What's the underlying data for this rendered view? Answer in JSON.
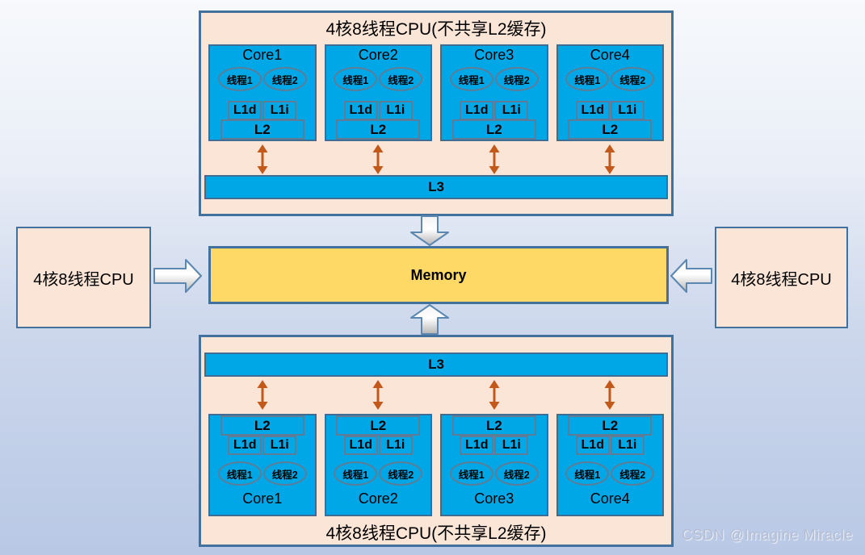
{
  "top_cpu": {
    "title": "4核8线程CPU(不共享L2缓存)",
    "l3_label": "L3",
    "cores": [
      {
        "name": "Core1",
        "threads": [
          "线程1",
          "线程2"
        ],
        "l1d": "L1d",
        "l1i": "L1i",
        "l2": "L2"
      },
      {
        "name": "Core2",
        "threads": [
          "线程1",
          "线程2"
        ],
        "l1d": "L1d",
        "l1i": "L1i",
        "l2": "L2"
      },
      {
        "name": "Core3",
        "threads": [
          "线程1",
          "线程2"
        ],
        "l1d": "L1d",
        "l1i": "L1i",
        "l2": "L2"
      },
      {
        "name": "Core4",
        "threads": [
          "线程1",
          "线程2"
        ],
        "l1d": "L1d",
        "l1i": "L1i",
        "l2": "L2"
      }
    ]
  },
  "bottom_cpu": {
    "title": "4核8线程CPU(不共享L2缓存)",
    "l3_label": "L3",
    "cores": [
      {
        "name": "Core1",
        "threads": [
          "线程1",
          "线程2"
        ],
        "l1d": "L1d",
        "l1i": "L1i",
        "l2": "L2"
      },
      {
        "name": "Core2",
        "threads": [
          "线程1",
          "线程2"
        ],
        "l1d": "L1d",
        "l1i": "L1i",
        "l2": "L2"
      },
      {
        "name": "Core3",
        "threads": [
          "线程1",
          "线程2"
        ],
        "l1d": "L1d",
        "l1i": "L1i",
        "l2": "L2"
      },
      {
        "name": "Core4",
        "threads": [
          "线程1",
          "线程2"
        ],
        "l1d": "L1d",
        "l1i": "L1i",
        "l2": "L2"
      }
    ]
  },
  "memory": {
    "label": "Memory"
  },
  "left_cpu": {
    "label": "4核8线程CPU"
  },
  "right_cpu": {
    "label": "4核8线程CPU"
  },
  "watermark": "CSDN @Imagine Miracle",
  "colors": {
    "core_fill": "#00A7E6",
    "container_fill": "#FBE5D6",
    "container_border": "#41719C",
    "core_border": "#3E6D94",
    "cache_border": "#5E7C96",
    "memory_fill": "#FFD966",
    "arrow_orange": "#C2591B",
    "block_arrow_border": "#5B87B0"
  }
}
